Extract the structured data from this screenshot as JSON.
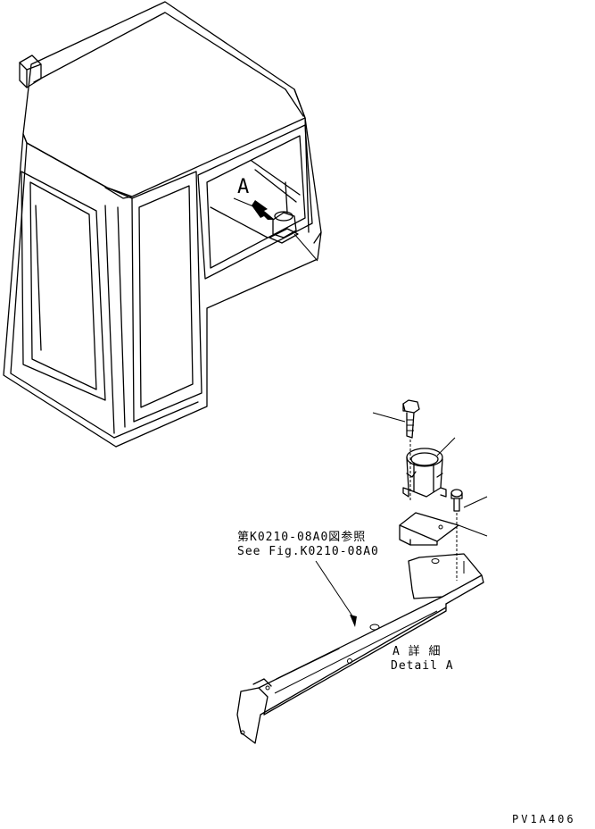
{
  "callouts": {
    "view_letter": "A",
    "ref_jp": "第K0210-08A0図参照",
    "ref_en": "See Fig.K0210-08A0",
    "detail_jp": "A 詳 細",
    "detail_en": "Detail A"
  },
  "drawing_code": "PV1A406"
}
